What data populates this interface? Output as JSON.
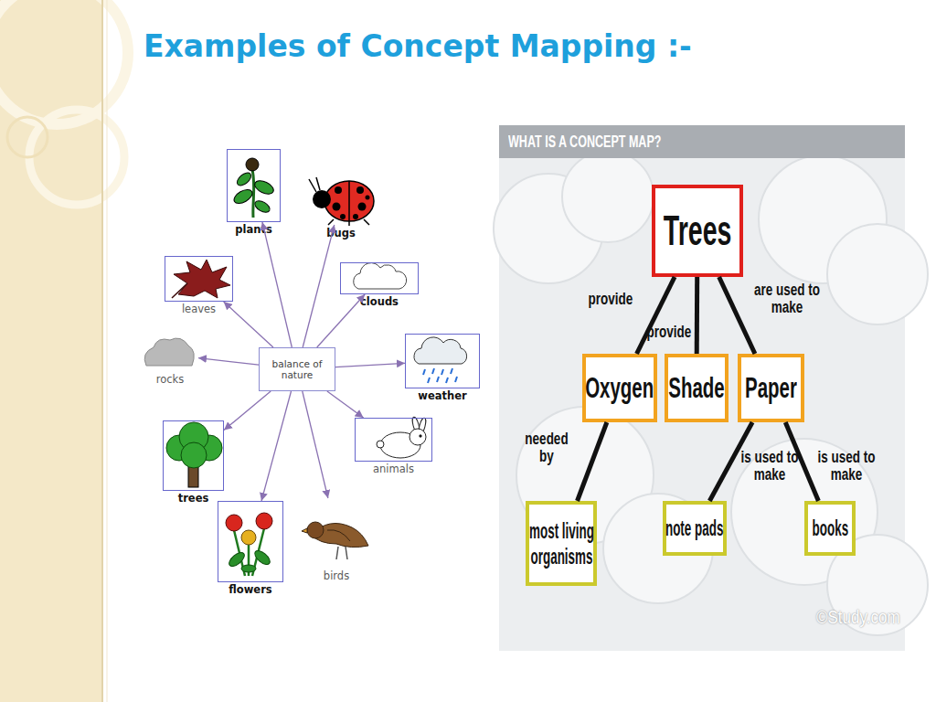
{
  "diagram": {
    "title": "Examples of Concept Mapping :-",
    "nodes": [
      {
        "text": [
          "plants"
        ]
      },
      {
        "text": [
          "bugs"
        ]
      },
      {
        "text": [
          "leaves"
        ]
      },
      {
        "text": [
          "clouds"
        ]
      },
      {
        "text": [
          "balance of nature"
        ]
      },
      {
        "text": [
          "rocks"
        ]
      },
      {
        "text": [
          "weather"
        ]
      },
      {
        "text": [
          "trees"
        ]
      },
      {
        "text": [
          "animals"
        ]
      },
      {
        "text": [
          "flowers"
        ]
      },
      {
        "text": [
          "birds"
        ]
      },
      {
        "text": [
          "Trees"
        ]
      },
      {
        "text": [
          "Oxygen"
        ]
      },
      {
        "text": [
          "Shade"
        ]
      },
      {
        "text": [
          "Paper"
        ]
      },
      {
        "text": [
          "most living organisms"
        ]
      },
      {
        "text": [
          "note pads"
        ]
      },
      {
        "text": [
          "books"
        ]
      }
    ],
    "edges": [
      {
        "from": 4,
        "to": 0,
        "arrow": "to"
      },
      {
        "from": 4,
        "to": 1,
        "arrow": "to"
      },
      {
        "from": 4,
        "to": 2,
        "arrow": "to"
      },
      {
        "from": 4,
        "to": 3,
        "arrow": "to"
      },
      {
        "from": 4,
        "to": 5,
        "arrow": "to"
      },
      {
        "from": 4,
        "to": 6,
        "arrow": "to"
      },
      {
        "from": 4,
        "to": 7,
        "arrow": "to"
      },
      {
        "from": 4,
        "to": 8,
        "arrow": "to"
      },
      {
        "from": 4,
        "to": 9,
        "arrow": "to"
      },
      {
        "from": 4,
        "to": 10,
        "arrow": "to"
      },
      {
        "from": 11,
        "to": 12,
        "label": "provide",
        "arrow": "none"
      },
      {
        "from": 11,
        "to": 13,
        "label": "provide",
        "arrow": "none"
      },
      {
        "from": 11,
        "to": 14,
        "label": "are used to make",
        "arrow": "none"
      },
      {
        "from": 12,
        "to": 15,
        "label": "needed by",
        "arrow": "none"
      },
      {
        "from": 14,
        "to": 16,
        "label": "is used to make",
        "arrow": "none"
      },
      {
        "from": 14,
        "to": 17,
        "label": "is used to make",
        "arrow": "none"
      }
    ],
    "labels": [
      "WHAT IS A CONCEPT MAP?",
      "©Study.com"
    ]
  }
}
